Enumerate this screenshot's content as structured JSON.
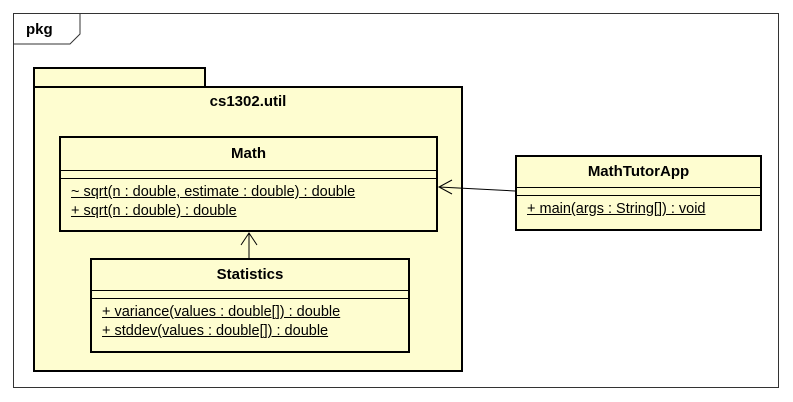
{
  "frame": {
    "label": "pkg"
  },
  "package": {
    "name": "cs1302.util"
  },
  "classes": {
    "math": {
      "name": "Math",
      "operations": [
        "~ sqrt(n : double, estimate : double) : double",
        "+ sqrt(n : double) : double"
      ]
    },
    "statistics": {
      "name": "Statistics",
      "operations": [
        "+ variance(values : double[]) : double",
        "+ stddev(values : double[]) : double"
      ]
    },
    "mathTutorApp": {
      "name": "MathTutorApp",
      "operations": [
        "+ main(args : String[]) : void"
      ]
    }
  },
  "relationships": [
    {
      "from": "Statistics",
      "to": "Math",
      "kind": "dependency"
    },
    {
      "from": "MathTutorApp",
      "to": "Math",
      "kind": "dependency"
    }
  ],
  "colors": {
    "fill": "#fefdd0",
    "stroke": "#000000"
  }
}
